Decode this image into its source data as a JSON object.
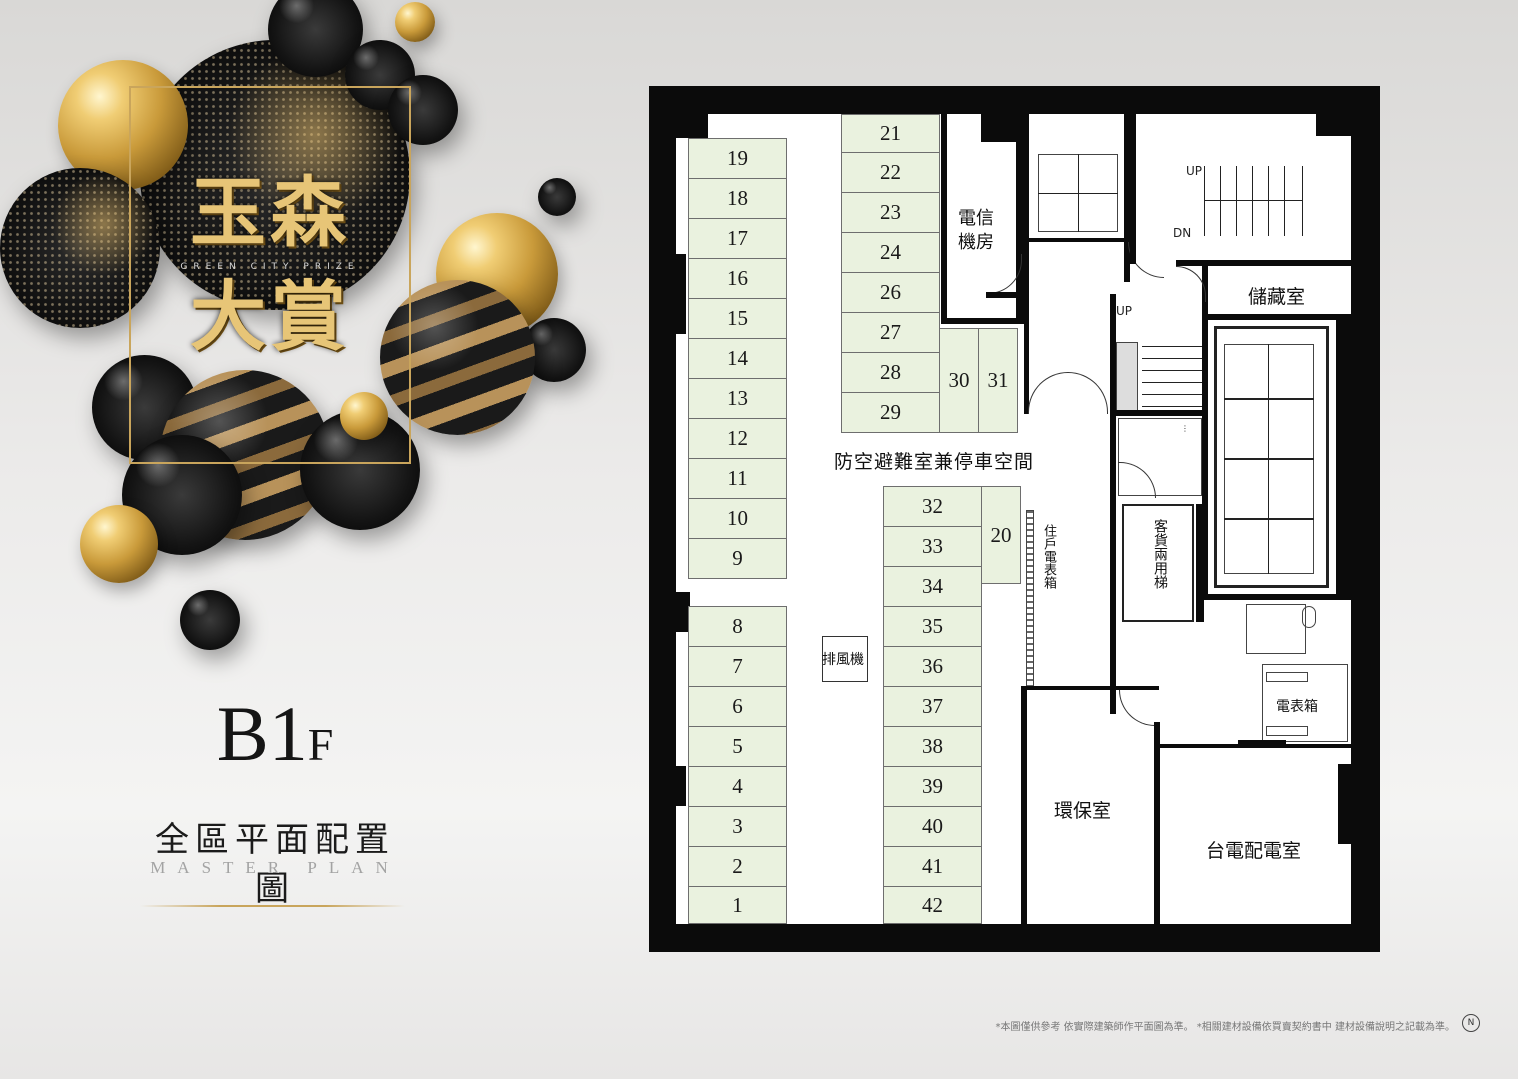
{
  "brand": {
    "logo_line1": "玉森",
    "logo_line2": "大賞",
    "logo_en": "GREEN CITY PRIZE"
  },
  "floor": {
    "level_big": "B1",
    "level_small": "F",
    "title": "全區平面配置圖",
    "subtitle": "MASTER PLAN"
  },
  "rooms": {
    "telecom_line1": "電信",
    "telecom_line2": "機房",
    "storage": "儲藏室",
    "shelter_parking": "防空避難室兼停車空間",
    "exhaust_fan": "排風機",
    "meter_box_resident": "住戶電表箱",
    "elevator_dual": "客貨兩用梯",
    "meter_box": "電表箱",
    "env_room": "環保室",
    "power_room": "台電配電室",
    "stair_up": "UP",
    "stair_down": "DN",
    "stair_up2": "UP"
  },
  "stalls": {
    "left_upper": [
      "19",
      "18",
      "17",
      "16",
      "15",
      "14",
      "13",
      "12",
      "11",
      "10",
      "9"
    ],
    "left_lower": [
      "8",
      "7",
      "6",
      "5",
      "4",
      "3",
      "2",
      "1"
    ],
    "middle_upper": [
      "21",
      "22",
      "23",
      "24",
      "26",
      "27",
      "28",
      "29"
    ],
    "pair": [
      "30",
      "31"
    ],
    "middle_lower": [
      "32",
      "33",
      "34",
      "35",
      "36",
      "37",
      "38",
      "39",
      "40",
      "41",
      "42"
    ],
    "single": "20"
  },
  "footnote": "*本圖僅供參考 依實際建築師作平面圖為準。 *相關建材設備依買賣契約書中 建材設備說明之記載為準。",
  "compass_label": "N"
}
